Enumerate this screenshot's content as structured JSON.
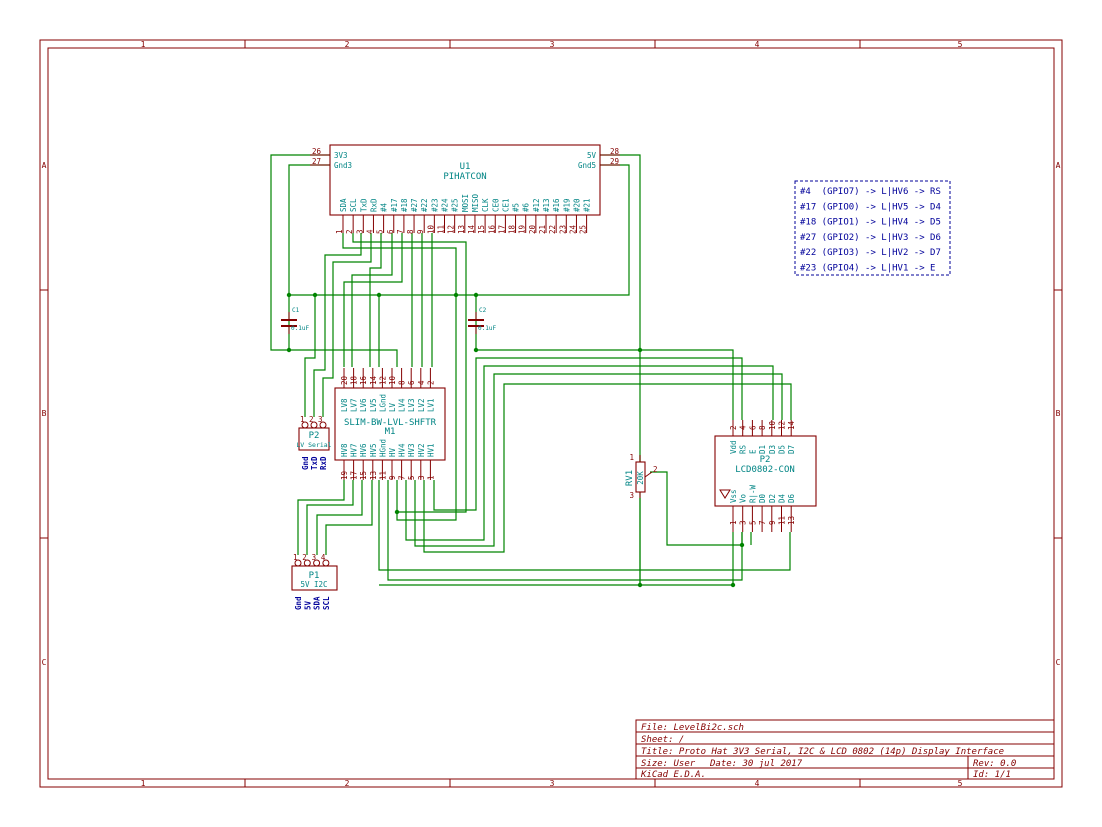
{
  "frame": {
    "zones_x": [
      "1",
      "2",
      "3",
      "4",
      "5"
    ],
    "zones_y": [
      "A",
      "B",
      "C"
    ]
  },
  "title_block": {
    "file": "File: LevelBi2c.sch",
    "sheet": "Sheet: /",
    "title": "Title: Proto Hat 3V3 Serial, I2C & LCD 0802 (14p) Display Interface",
    "size": "Size: User",
    "date": "Date: 30 jul 2017",
    "rev": "Rev: 0.0",
    "tool": "KiCad E.D.A.",
    "id": "Id: 1/1"
  },
  "note_lines": [
    "#4  (GPIO7) -> L|HV6 -> RS",
    "#17 (GPIO0) -> L|HV5 -> D4",
    "#18 (GPIO1) -> L|HV4 -> D5",
    "#27 (GPIO2) -> L|HV3 -> D6",
    "#22 (GPIO3) -> L|HV2 -> D7",
    "#23 (GPIO4) -> L|HV1 -> E"
  ],
  "u1": {
    "ref": "U1",
    "value": "PIHATCON",
    "left_pins": [
      {
        "name": "3V3",
        "num": "26"
      },
      {
        "name": "Gnd3",
        "num": "27"
      }
    ],
    "right_pins": [
      {
        "name": "5V",
        "num": "28"
      },
      {
        "name": "Gnd5",
        "num": "29"
      }
    ],
    "bottom_pins": [
      {
        "name": "SDA",
        "num": "1"
      },
      {
        "name": "SCL",
        "num": "2"
      },
      {
        "name": "TxD",
        "num": "3"
      },
      {
        "name": "RxD",
        "num": "4"
      },
      {
        "name": "#4",
        "num": "5"
      },
      {
        "name": "#17",
        "num": "6"
      },
      {
        "name": "#18",
        "num": "7"
      },
      {
        "name": "#27",
        "num": "8"
      },
      {
        "name": "#22",
        "num": "9"
      },
      {
        "name": "#23",
        "num": "10"
      },
      {
        "name": "#24",
        "num": "11"
      },
      {
        "name": "#25",
        "num": "12"
      },
      {
        "name": "MOSI",
        "num": "13"
      },
      {
        "name": "MISO",
        "num": "14"
      },
      {
        "name": "CLK",
        "num": "15"
      },
      {
        "name": "CE0",
        "num": "16"
      },
      {
        "name": "CE1",
        "num": "17"
      },
      {
        "name": "#5",
        "num": "18"
      },
      {
        "name": "#6",
        "num": "19"
      },
      {
        "name": "#12",
        "num": "20"
      },
      {
        "name": "#13",
        "num": "21"
      },
      {
        "name": "#16",
        "num": "22"
      },
      {
        "name": "#19",
        "num": "23"
      },
      {
        "name": "#20",
        "num": "24"
      },
      {
        "name": "#21",
        "num": "25"
      }
    ]
  },
  "m1": {
    "ref": "M1",
    "value": "SLIM-BW-LVL-SHFTR",
    "top_pins": [
      {
        "name": "LV8",
        "num": "20"
      },
      {
        "name": "LV7",
        "num": "18"
      },
      {
        "name": "LV6",
        "num": "16"
      },
      {
        "name": "LV5",
        "num": "14"
      },
      {
        "name": "LGnd",
        "num": "12"
      },
      {
        "name": "LV",
        "num": "10"
      },
      {
        "name": "LV4",
        "num": "8"
      },
      {
        "name": "LV3",
        "num": "6"
      },
      {
        "name": "LV2",
        "num": "4"
      },
      {
        "name": "LV1",
        "num": "2"
      }
    ],
    "bottom_pins": [
      {
        "name": "HV8",
        "num": "19"
      },
      {
        "name": "HV7",
        "num": "17"
      },
      {
        "name": "HV6",
        "num": "15"
      },
      {
        "name": "HV5",
        "num": "13"
      },
      {
        "name": "HGnd",
        "num": "11"
      },
      {
        "name": "HV",
        "num": "9"
      },
      {
        "name": "HV4",
        "num": "7"
      },
      {
        "name": "HV3",
        "num": "5"
      },
      {
        "name": "HV2",
        "num": "3"
      },
      {
        "name": "HV1",
        "num": "1"
      }
    ]
  },
  "p2_lcd": {
    "ref": "P2",
    "value": "LCD0802-CON",
    "top_pins": [
      {
        "name": "Vdd",
        "num": "2"
      },
      {
        "name": "RS",
        "num": "4"
      },
      {
        "name": "E",
        "num": "6"
      },
      {
        "name": "D1",
        "num": "8"
      },
      {
        "name": "D3",
        "num": "10"
      },
      {
        "name": "D5",
        "num": "12"
      },
      {
        "name": "D7",
        "num": "14"
      }
    ],
    "bottom_pins": [
      {
        "name": "Vss",
        "num": "1"
      },
      {
        "name": "Vo",
        "num": "3"
      },
      {
        "name": "R|-W",
        "num": "5"
      },
      {
        "name": "D0",
        "num": "7"
      },
      {
        "name": "D2",
        "num": "9"
      },
      {
        "name": "D4",
        "num": "11"
      },
      {
        "name": "D6",
        "num": "13"
      }
    ]
  },
  "p2_serial": {
    "ref": "P2",
    "value": "LV Serial",
    "pins": [
      "1",
      "2",
      "3"
    ],
    "labels": [
      "Gnd",
      "TxD",
      "RxD"
    ]
  },
  "p1_i2c": {
    "ref": "P1",
    "value": "5V I2C",
    "pins": [
      "1",
      "2",
      "3",
      "4"
    ],
    "labels": [
      "Gnd",
      "5V",
      "SDA",
      "SCL"
    ]
  },
  "rv1": {
    "ref": "RV1",
    "value": "20K",
    "pins": [
      "1",
      "2",
      "3"
    ]
  },
  "c1": {
    "ref": "C1",
    "value": "0.1uF"
  },
  "c2": {
    "ref": "C2",
    "value": "0.1uF"
  }
}
